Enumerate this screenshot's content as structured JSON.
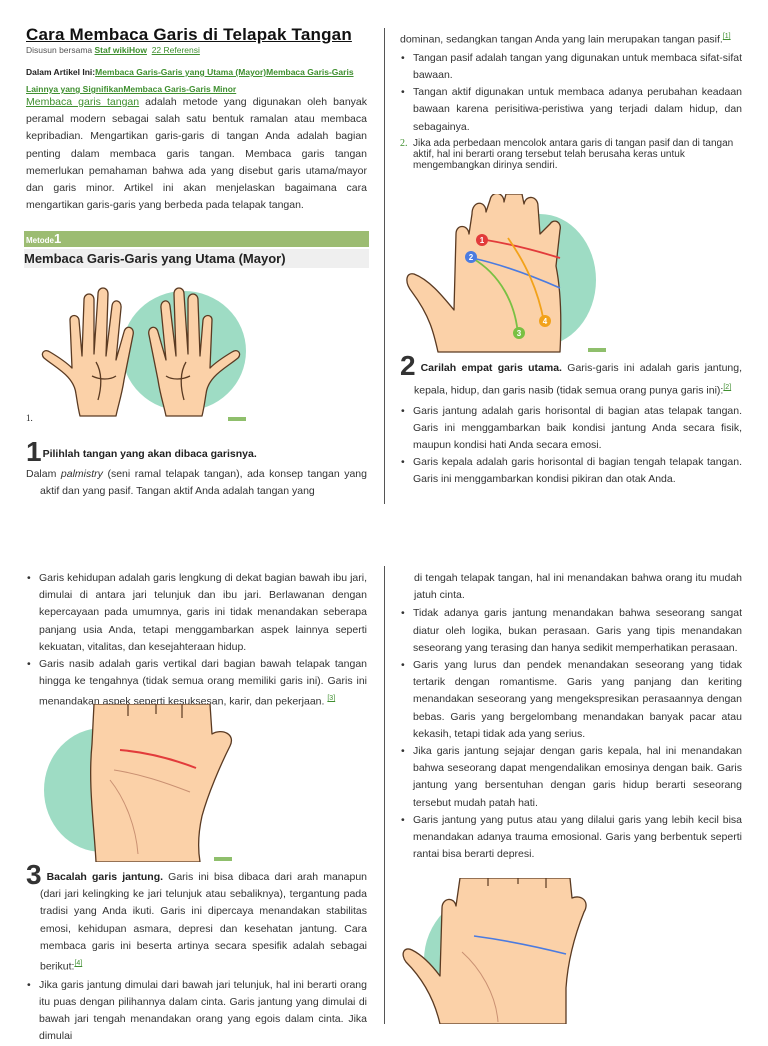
{
  "article": {
    "title": "Cara Membaca Garis di Telapak Tangan",
    "byline_prefix": "Disusun bersama",
    "byline_author": "Staf wikiHow",
    "byline_refs": "22 Referensi",
    "toc_label": "Dalam Artikel Ini:",
    "toc_item_1": "Membaca Garis-Garis yang Utama (Mayor)",
    "toc_item_2": "Membaca Garis-Garis Lainnya yang Signifikan",
    "toc_item_3": "Membaca Garis-Garis Minor",
    "intro_link": "Membaca garis tangan",
    "intro_text": " adalah metode yang digunakan oleh banyak peramal modern sebagai salah satu bentuk ramalan atau membaca kepribadian. Mengartikan garis-garis di tangan Anda adalah bagian penting dalam membaca garis tangan. Membaca garis tangan memerlukan pemahaman bahwa ada yang disebut garis utama/mayor dan garis minor. Artikel ini akan menjelaskan bagaimana cara mengartikan garis-garis yang berbeda pada telapak tangan.",
    "method_label": "Metode",
    "method_number": "1",
    "method_title": "Membaca Garis-Garis yang Utama (Mayor)",
    "figure1_label": "1.",
    "step1_num": "1",
    "step1_title": "Pilihlah tangan yang akan dibaca garisnya.",
    "step1_text_a": "Dalam ",
    "step1_text_em": "palmistry",
    "step1_text_b": " (seni ramal telapak tangan), ada konsep tangan yang aktif dan yang pasif. Tangan aktif Anda adalah tangan yang",
    "col2_top_text": "dominan, sedangkan tangan Anda yang lain merupakan tangan pasif.",
    "ref1": "[1]",
    "col2_bullets": [
      "Tangan pasif adalah tangan yang digunakan untuk membaca sifat-sifat bawaan.",
      "Tangan aktif digunakan untuk membaca adanya perubahan keadaan bawaan karena perisitiwa-peristiwa yang terjadi dalam hidup, dan sebagainya."
    ],
    "col2_num_item_marker": "2.",
    "col2_num_item_text": "Jika ada perbedaan mencolok antara garis di tangan pasif dan di tangan aktif, hal ini berarti orang tersebut telah berusaha keras untuk mengembangkan dirinya sendiri.",
    "palm_badges": [
      "1",
      "2",
      "3",
      "4"
    ],
    "step2_num": "2",
    "step2_title": "Carilah empat garis utama.",
    "step2_text": " Garis-garis ini adalah garis jantung, kepala, hidup, dan garis nasib (tidak semua orang punya garis ini):",
    "ref2": "[2]",
    "step2_bullets": [
      "Garis jantung adalah garis horisontal di bagian atas telapak tangan. Garis ini menggambarkan baik kondisi jantung Anda secara fisik, maupun kondisi hati Anda secara emosi.",
      "Garis kepala adalah garis horisontal di bagian tengah telapak tangan. Garis ini menggambarkan kondisi pikiran dan otak Anda."
    ],
    "p2_left_bullet_1": "Garis kehidupan adalah garis lengkung di dekat bagian bawah ibu jari, dimulai di antara jari telunjuk dan ibu jari. Berlawanan dengan kepercayaan pada umumnya, garis ini tidak menandakan seberapa panjang usia Anda, tetapi menggambarkan aspek lainnya seperti kekuatan, vitalitas, dan kesejahteraan hidup.",
    "p2_left_bullet_2": "Garis nasib adalah garis vertikal dari bagian bawah telapak tangan hingga ke tengahnya (tidak semua orang memiliki garis ini). Garis ini menandakan aspek seperti kesuksesan, karir, dan pekerjaan.",
    "ref3": "[3]",
    "step3_num": "3",
    "step3_title": "Bacalah garis jantung.",
    "step3_text": " Garis ini bisa dibaca dari arah manapun (dari jari kelingking ke jari telunjuk atau sebaliknya), tergantung pada tradisi yang Anda ikuti. Garis ini dipercaya menandakan stabilitas emosi, kehidupan asmara, depresi dan kesehatan jantung. Cara membaca garis ini beserta artinya secara spesifik adalah sebagai berikut:",
    "ref4": "[4]",
    "step3_bullet_1": "Jika garis jantung dimulai dari bawah jari telunjuk, hal ini berarti orang itu puas dengan pilihannya dalam cinta. Garis jantung yang dimulai di bawah jari tengah menandakan orang yang egois dalam cinta. Jika dimulai",
    "p2_right_top": "di tengah telapak tangan, hal ini menandakan bahwa orang itu mudah jatuh cinta.",
    "p2_right_bullets": [
      "Tidak adanya garis jantung menandakan bahwa seseorang sangat diatur oleh logika, bukan perasaan. Garis yang tipis menandakan seseorang yang terasing dan hanya sedikit memperhatikan perasaan.",
      "Garis yang lurus dan pendek menandakan seseorang yang tidak tertarik dengan romantisme. Garis yang panjang dan keriting menandakan seseorang yang mengekspresikan perasaannya dengan bebas. Garis yang bergelombang menandakan banyak pacar atau kekasih, tetapi tidak ada yang serius.",
      "Jika garis jantung sejajar dengan garis kepala, hal ini menandakan bahwa seseorang dapat mengendalikan emosinya dengan baik. Garis jantung yang bersentuhan dengan garis hidup berarti seseorang tersebut mudah patah hati.",
      "Garis jantung yang putus atau yang dilalui garis yang lebih kecil bisa menandakan adanya trauma emosional. Garis yang berbentuk seperti rantai bisa berarti depresi."
    ]
  },
  "colors": {
    "link": "#3f8f2f",
    "metode_bar": "#9cbc72",
    "skin": "#fbd1a8",
    "teal": "#9edcc4",
    "heart_line": "#e23b3b",
    "head_line": "#4b7be0",
    "life_line": "#79c043",
    "fate_line": "#f2a21a"
  }
}
